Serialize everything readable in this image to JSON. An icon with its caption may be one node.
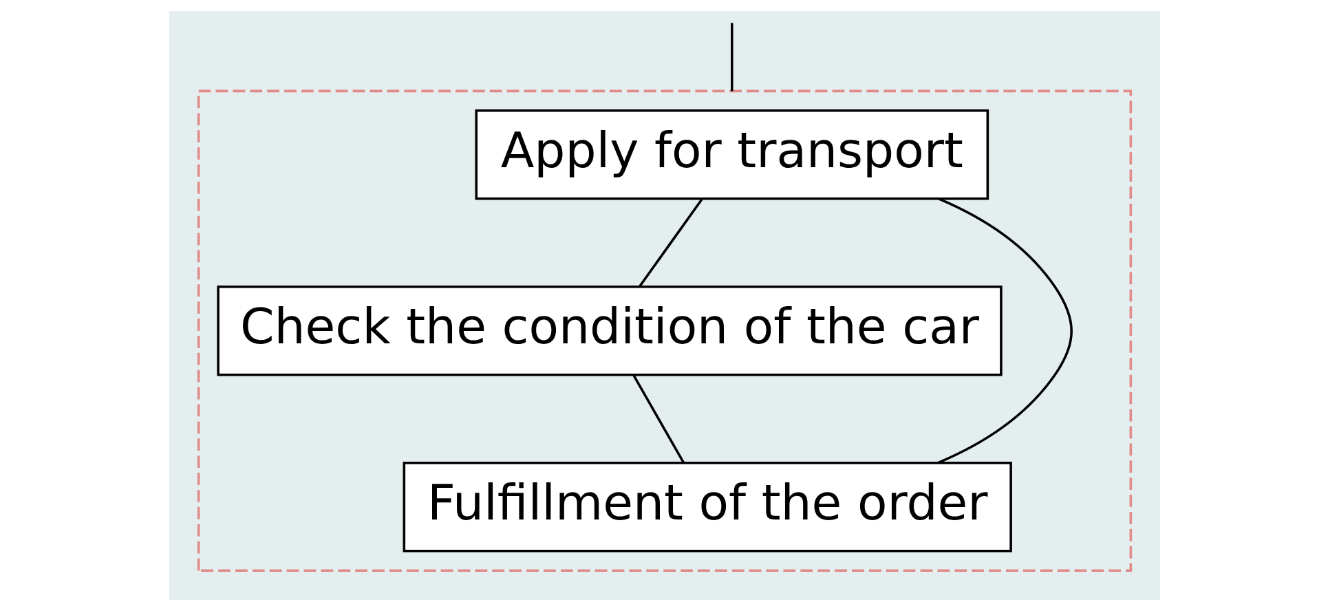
{
  "diagram": {
    "nodes": [
      {
        "text": [],
        "shape": "box"
      },
      {
        "text": [
          "Apply for transport"
        ],
        "in": 0
      },
      {
        "text": [
          "Check the condition of the car"
        ],
        "in": 0
      },
      {
        "text": [
          "Fulfillment of the order"
        ],
        "in": 0
      }
    ],
    "edges": [
      {
        "from": null,
        "to": 0,
        "arrow": "none"
      },
      {
        "from": 1,
        "to": 2,
        "arrow": "none"
      },
      {
        "from": 1,
        "to": 3,
        "arrow": "none"
      },
      {
        "from": 2,
        "to": 3,
        "arrow": "none"
      }
    ]
  }
}
